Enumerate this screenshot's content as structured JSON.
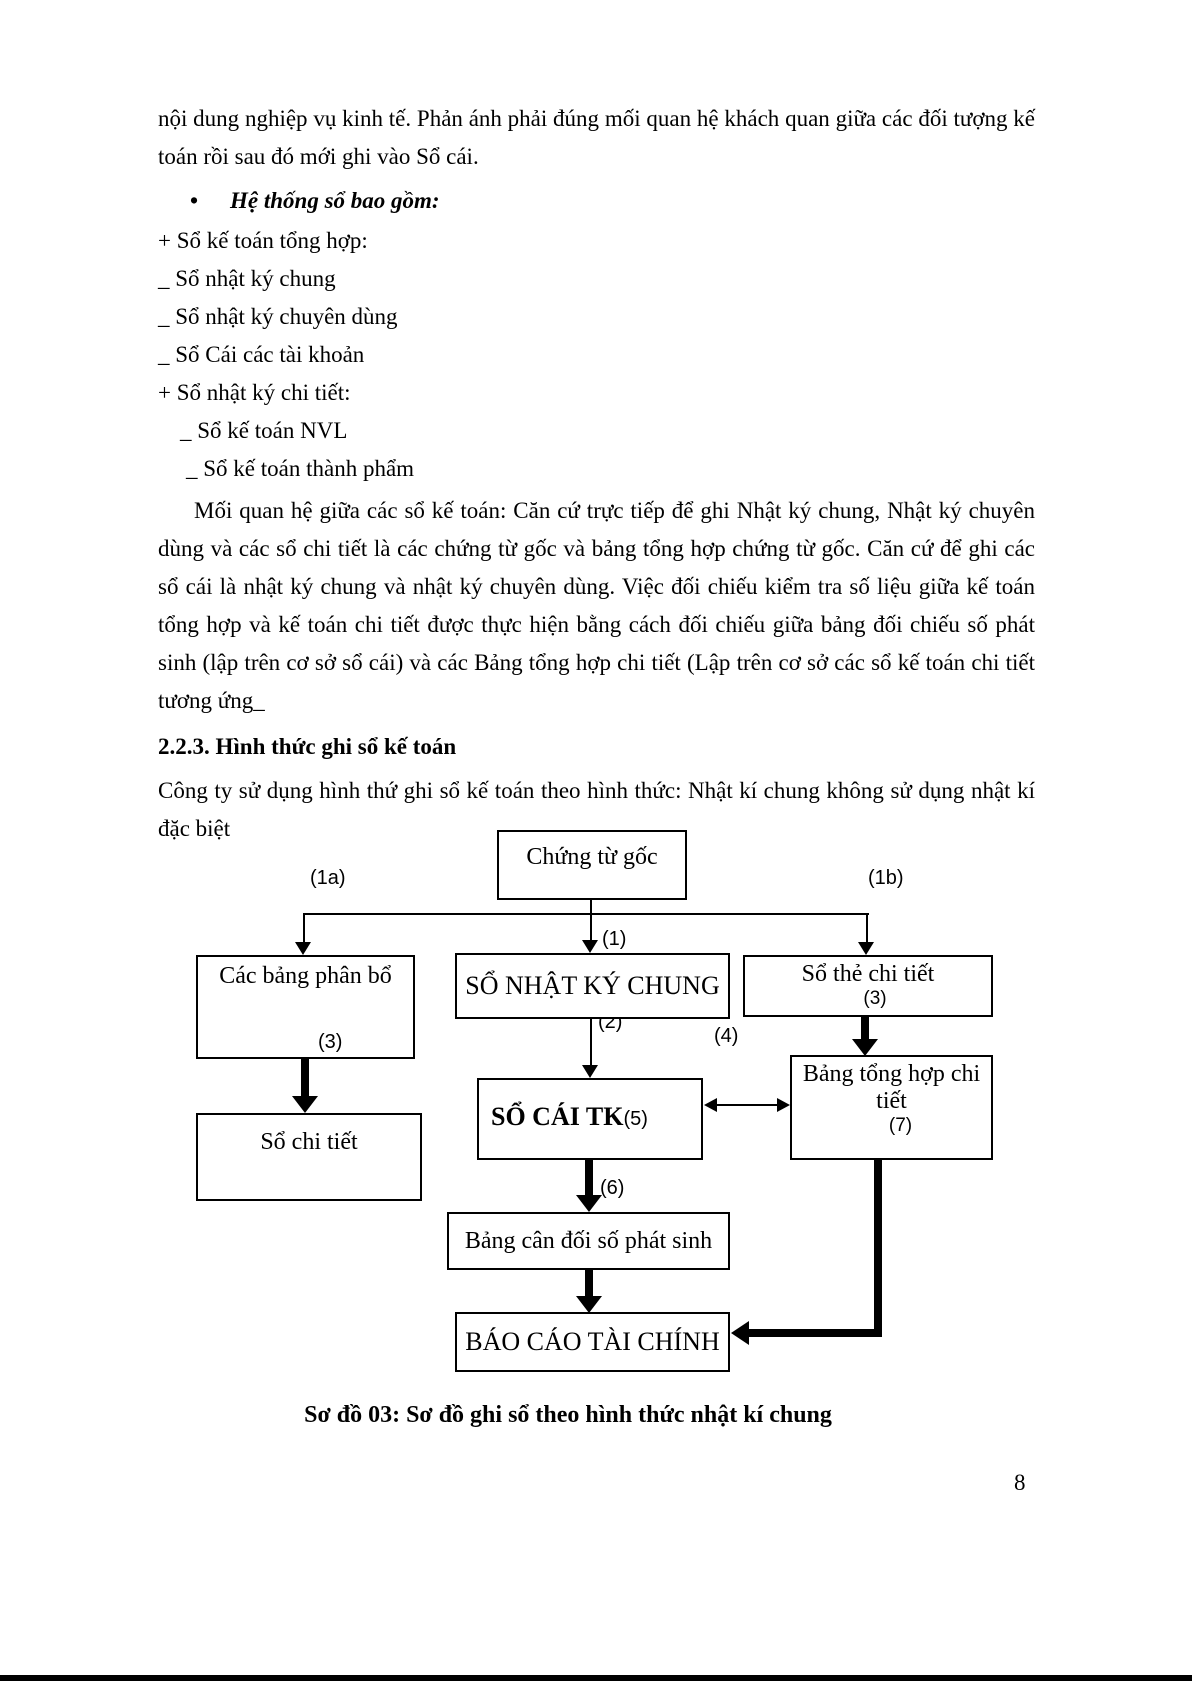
{
  "page": {
    "number": "8"
  },
  "paragraphs": {
    "intro": "nội dung nghiệp vụ kinh tế. Phản ánh phải đúng mối quan hệ khách quan giữa các đối tượng kế toán rồi sau đó mới ghi vào Sổ cái.",
    "bullet_glyph": "•",
    "bullet_heading": "Hệ thống sổ bao gồm:",
    "list": [
      "+ Sổ kế toán tổng hợp:",
      "_ Sổ nhật ký chung",
      "_ Sổ nhật ký chuyên dùng",
      "_ Sổ Cái các tài khoản",
      "+ Sổ nhật ký chi tiết:",
      "_ Sổ kế toán NVL",
      "_ Sổ kế toán thành phẩm"
    ],
    "relation": "Mối quan hệ giữa các sổ kế toán: Căn cứ trực tiếp để ghi Nhật ký chung, Nhật ký chuyên dùng và các sổ chi tiết là các chứng từ gốc và bảng tổng hợp chứng từ gốc. Căn cứ để ghi các sổ cái là nhật ký chung và nhật ký chuyên dùng. Việc đối chiếu kiểm tra số liệu giữa kế toán tổng hợp và kế toán chi tiết được thực hiện bằng cách đối chiếu giữa bảng đối chiếu số phát sinh (lập trên cơ sở sổ cái) và các Bảng tổng hợp chi tiết (Lập trên cơ sở các sổ kế toán chi tiết tương ứng_",
    "section_heading": "2.2.3. Hình thức ghi sổ kế toán",
    "section_body": "Công ty sử dụng hình thứ ghi sổ kế toán theo hình thức: Nhật kí chung không sử dụng nhật kí đặc biệt"
  },
  "diagram": {
    "boxes": {
      "chung_tu_goc": "Chứng từ gốc",
      "cac_bang_phan_bo": "Các bảng phân bổ",
      "so_nhat_ky_chung": "SỔ NHẬT KÝ CHUNG",
      "so_the_chi_tiet": "Sổ thẻ chi tiết",
      "so_chi_tiet": "Sổ chi tiết",
      "so_cai_tk": "SỔ CÁI TK",
      "bang_tong_hop_chi_tiet": "Bảng tổng hợp chi tiết",
      "bang_can_doi": "Bảng cân đối số phát sinh",
      "bao_cao": "BÁO CÁO TÀI CHÍNH"
    },
    "labels": {
      "l1a": "(1a)",
      "l1b": "(1b)",
      "l1": "(1)",
      "l2": "(2)",
      "l3_left": "(3)",
      "l3_right": "(3)",
      "l4": "(4)",
      "l5": "(5)",
      "l6": "(6)",
      "l7": "(7)"
    },
    "caption": "Sơ đồ 03: Sơ đồ ghi sổ theo hình thức nhật kí chung"
  }
}
